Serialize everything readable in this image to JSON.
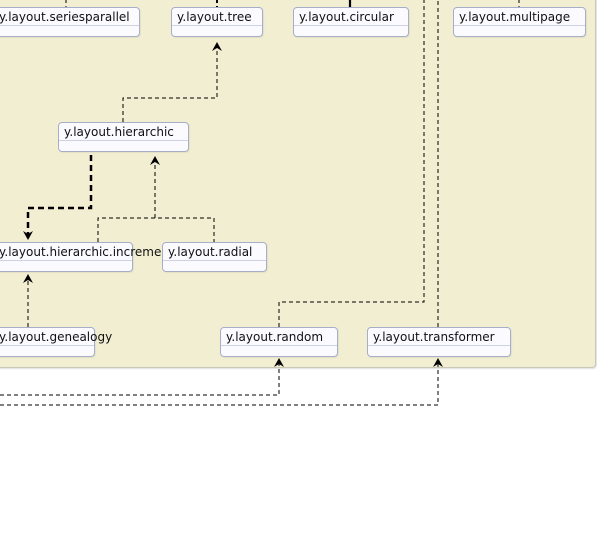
{
  "nodes": {
    "seriesparallel": "y.layout.seriesparallel",
    "tree": "y.layout.tree",
    "circular": "y.layout.circular",
    "multipage": "y.layout.multipage",
    "hierarchic": "y.layout.hierarchic",
    "incremental": "y.layout.hierarchic.incremental",
    "radial": "y.layout.radial",
    "genealogy": "y.layout.genealogy",
    "random": "y.layout.random",
    "transformer": "y.layout.transformer"
  },
  "colors": {
    "group_fill": "#f2eed2",
    "node_fill": "#fafaff",
    "node_border": "#a7aec9",
    "edge": "#000000"
  }
}
